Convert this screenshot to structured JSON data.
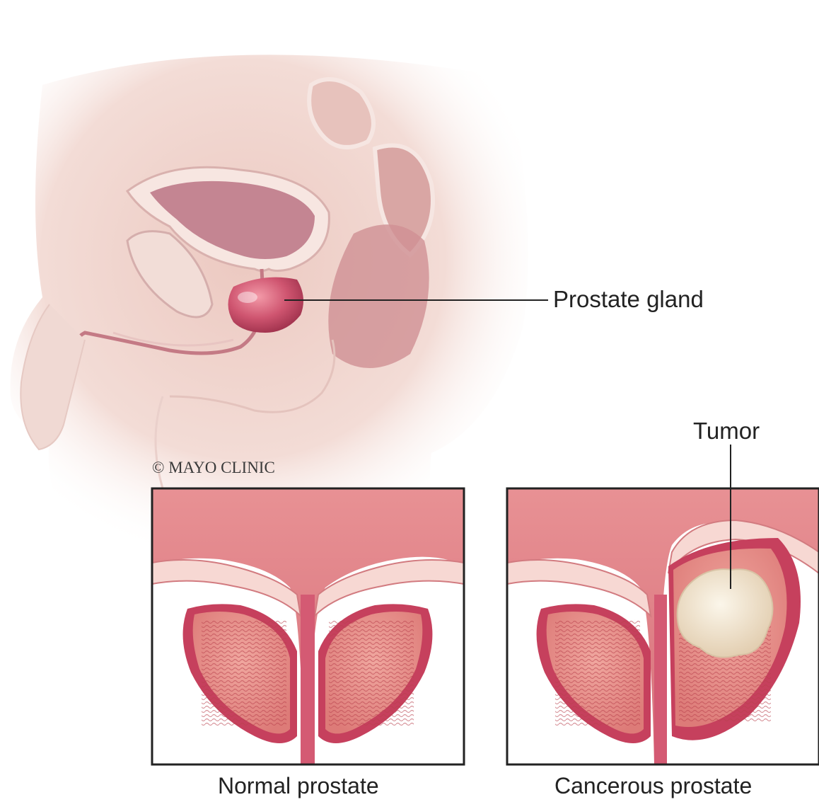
{
  "labels": {
    "prostate_gland": "Prostate gland",
    "tumor": "Tumor",
    "normal_caption": "Normal prostate",
    "cancerous_caption": "Cancerous prostate",
    "copyright": "© MAYO CLINIC"
  },
  "colors": {
    "skin": "#f1dcd6",
    "tissue": "#e7a2a3",
    "bladder": "#c48592",
    "prostate": "#c34a66",
    "frame": "#222222",
    "tumor": "#f3ead8",
    "leader_line": "#222222"
  },
  "icons": {
    "tumor_mass": "tumor-icon"
  }
}
